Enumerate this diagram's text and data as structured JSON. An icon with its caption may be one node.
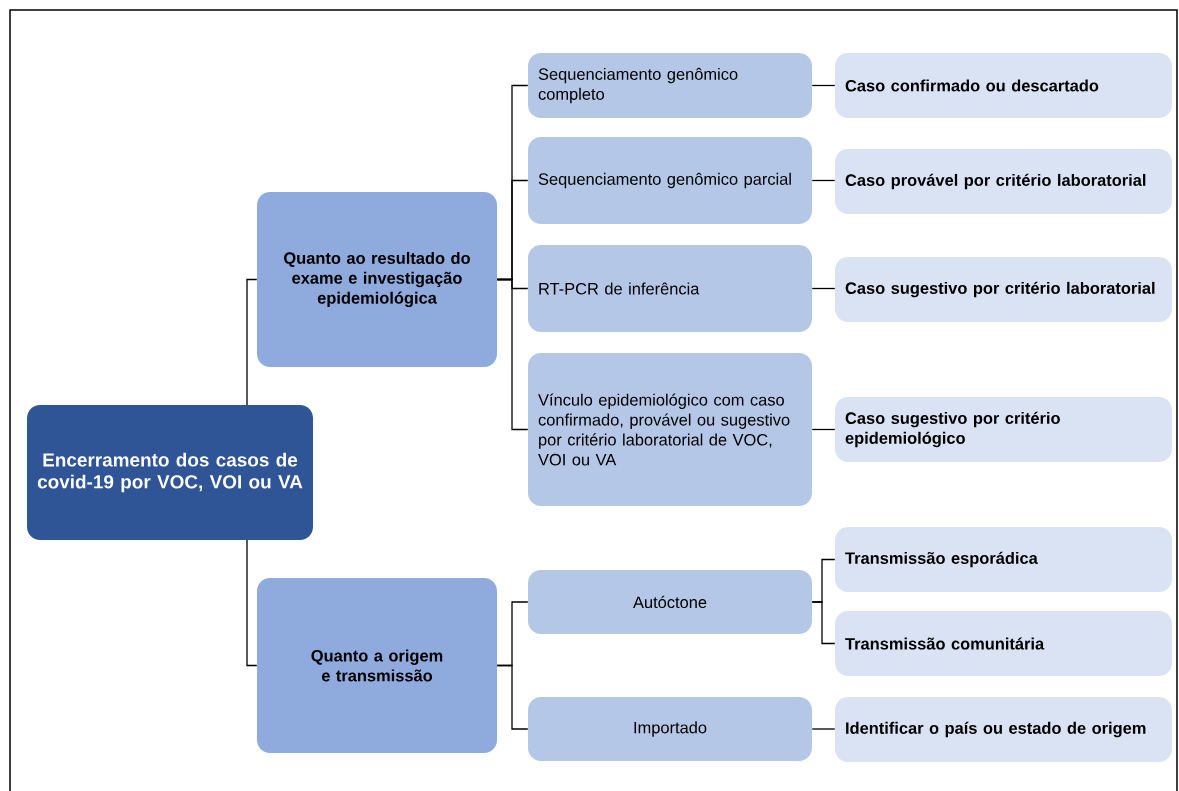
{
  "diagram": {
    "nodes": [
      {
        "text": [
          "Encerramento dos casos de covid-19 por VOC, VOI ou VA"
        ]
      },
      {
        "text": [
          "Quanto ao resultado do exame e investigação epidemiológica"
        ]
      },
      {
        "text": [
          "Quanto a origem e transmissão"
        ]
      },
      {
        "text": [
          "Sequenciamento genômico completo"
        ]
      },
      {
        "text": [
          "Sequenciamento genômico parcial"
        ]
      },
      {
        "text": [
          "RT-PCR de inferência"
        ]
      },
      {
        "text": [
          "Vínculo epidemiológico com caso confirmado, provável ou sugestivo por critério laboratorial de VOC, VOI ou VA"
        ]
      },
      {
        "text": [
          "Autóctone"
        ]
      },
      {
        "text": [
          "Importado"
        ]
      },
      {
        "text": [
          "Caso confirmado ou descartado"
        ]
      },
      {
        "text": [
          "Caso provável por critério laboratorial"
        ]
      },
      {
        "text": [
          "Caso sugestivo por critério laboratorial"
        ]
      },
      {
        "text": [
          "Caso sugestivo por critério epidemiológico"
        ]
      },
      {
        "text": [
          "Transmissão esporádica"
        ]
      },
      {
        "text": [
          "Transmissão comunitária"
        ]
      },
      {
        "text": [
          "Identificar o país ou estado de origem"
        ]
      }
    ],
    "edges": [
      {
        "from": 0,
        "to": 1,
        "arrow": "none"
      },
      {
        "from": 0,
        "to": 2,
        "arrow": "none"
      },
      {
        "from": 1,
        "to": 3,
        "arrow": "none"
      },
      {
        "from": 1,
        "to": 4,
        "arrow": "none"
      },
      {
        "from": 1,
        "to": 5,
        "arrow": "none"
      },
      {
        "from": 1,
        "to": 6,
        "arrow": "none"
      },
      {
        "from": 2,
        "to": 7,
        "arrow": "none"
      },
      {
        "from": 2,
        "to": 8,
        "arrow": "none"
      },
      {
        "from": 3,
        "to": 9,
        "arrow": "none"
      },
      {
        "from": 4,
        "to": 10,
        "arrow": "none"
      },
      {
        "from": 5,
        "to": 11,
        "arrow": "none"
      },
      {
        "from": 6,
        "to": 12,
        "arrow": "none"
      },
      {
        "from": 7,
        "to": 13,
        "arrow": "none"
      },
      {
        "from": 7,
        "to": 14,
        "arrow": "none"
      },
      {
        "from": 8,
        "to": 15,
        "arrow": "none"
      }
    ]
  }
}
